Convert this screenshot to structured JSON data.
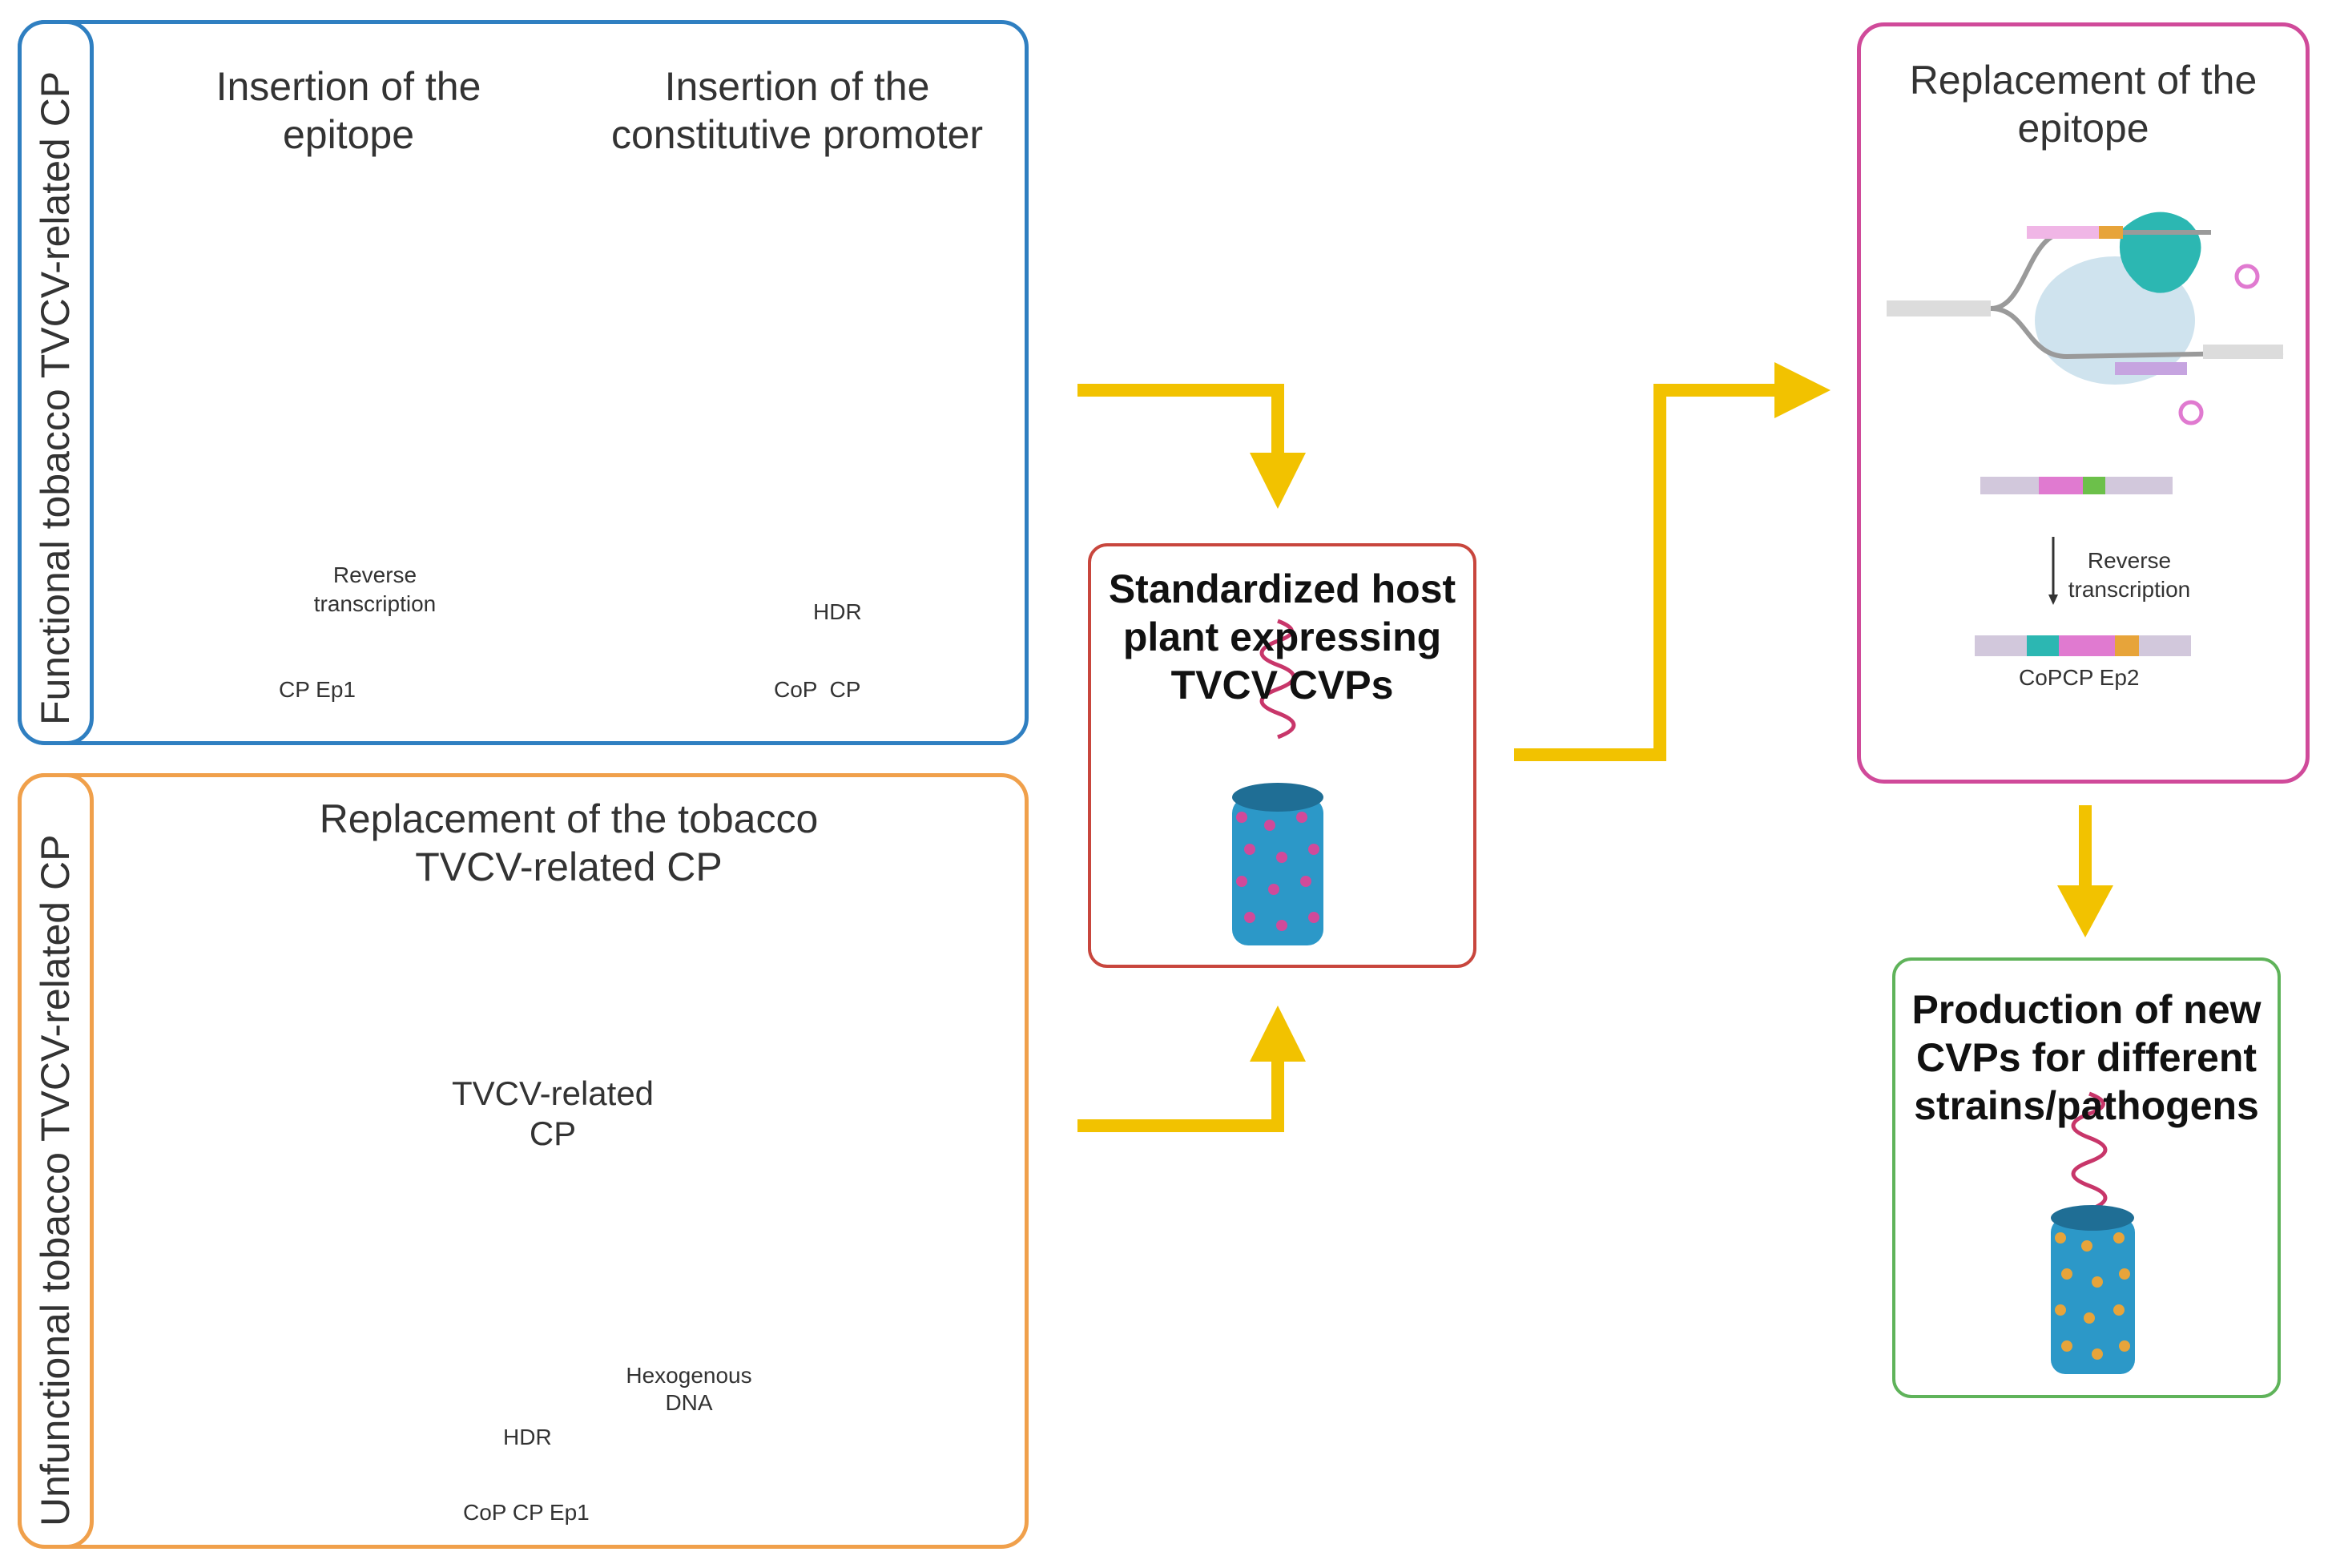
{
  "panels": {
    "functional": {
      "side_label": "Functional tobacco TVCV-related CP",
      "title_left": "Insertion of the epitope",
      "title_right": "Insertion of the constitutive promoter",
      "reverse_transcription": "Reverse transcription",
      "label_cp_ep1": "CP Ep1",
      "hdr": "HDR",
      "label_cop_cp": "CoP  CP"
    },
    "unfunctional": {
      "side_label": "Unfunctional tobacco TVCV-related CP",
      "title": "Replacement of the tobacco TVCV-related CP",
      "tvcv_cp": "TVCV-related CP",
      "exogenous_dna": "Hexogenous DNA",
      "hdr": "HDR",
      "label_cop_cp_ep1": "CoP CP Ep1"
    },
    "center": {
      "title": "Standardized host plant expressing TVCV CVPs"
    },
    "replacement": {
      "title": "Replacement of the epitope",
      "reverse_transcription": "Reverse transcription",
      "label_cop_cp_ep2": "CoPCP Ep2"
    },
    "production": {
      "title": "Production of new CVPs for different strains/pathogens"
    }
  },
  "colors": {
    "blue_frame": "#2f7fc1",
    "orange_frame": "#f0a04b",
    "red_frame": "#c8463d",
    "magenta_frame": "#d04a9a",
    "green_frame": "#5fb35a",
    "arrow": "#f2c200",
    "teal": "#2cb7b2",
    "pink": "#e07ad0",
    "purple": "#7a3fa0",
    "green": "#6cc04a",
    "red": "#e14b4b",
    "gold": "#e7a43a"
  }
}
